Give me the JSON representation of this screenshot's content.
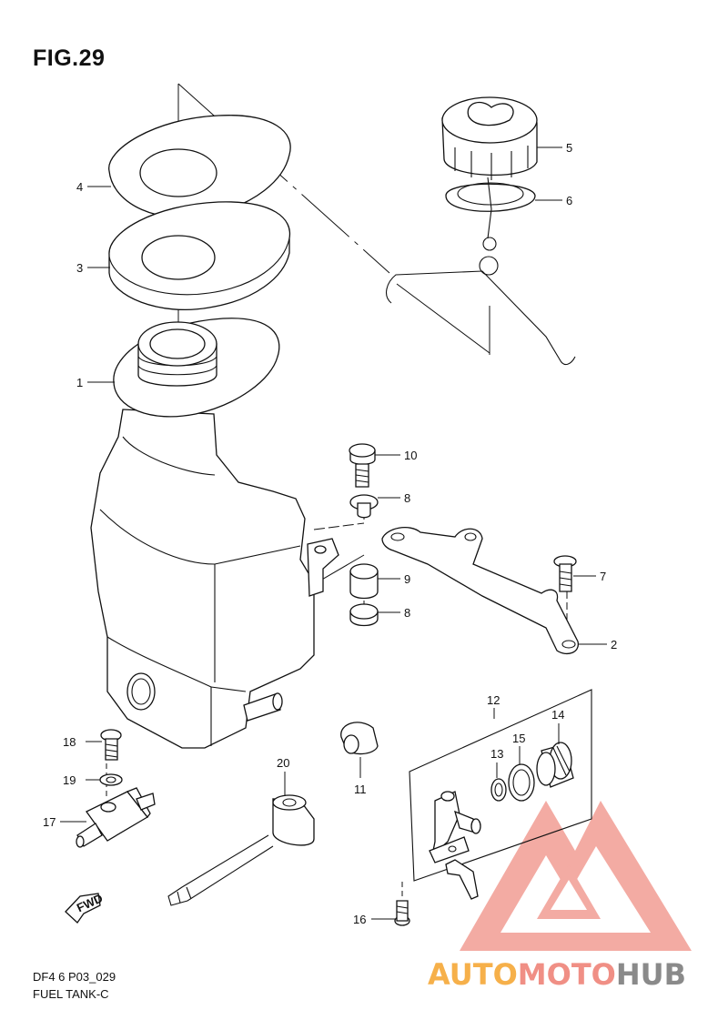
{
  "figure": {
    "title": "FIG.29",
    "code_line1": "DF4 6 P03_029",
    "code_line2": "FUEL TANK-C"
  },
  "callouts": [
    {
      "id": "c1",
      "label": "1"
    },
    {
      "id": "c2",
      "label": "2"
    },
    {
      "id": "c3",
      "label": "3"
    },
    {
      "id": "c4",
      "label": "4"
    },
    {
      "id": "c5",
      "label": "5"
    },
    {
      "id": "c6",
      "label": "6"
    },
    {
      "id": "c7",
      "label": "7"
    },
    {
      "id": "c8a",
      "label": "8"
    },
    {
      "id": "c8b",
      "label": "8"
    },
    {
      "id": "c9",
      "label": "9"
    },
    {
      "id": "c10",
      "label": "10"
    },
    {
      "id": "c11",
      "label": "11"
    },
    {
      "id": "c12",
      "label": "12"
    },
    {
      "id": "c13",
      "label": "13"
    },
    {
      "id": "c14",
      "label": "14"
    },
    {
      "id": "c15",
      "label": "15"
    },
    {
      "id": "c16",
      "label": "16"
    },
    {
      "id": "c17",
      "label": "17"
    },
    {
      "id": "c18",
      "label": "18"
    },
    {
      "id": "c19",
      "label": "19"
    },
    {
      "id": "c20",
      "label": "20"
    }
  ],
  "fwd_label": "FWD",
  "watermark": {
    "part1": "AUTO",
    "part2": "MOTO",
    "part3": "HUB",
    "color_orange": "#f6b04a",
    "color_red": "#f08f85",
    "color_gray": "#8a8a8a"
  }
}
